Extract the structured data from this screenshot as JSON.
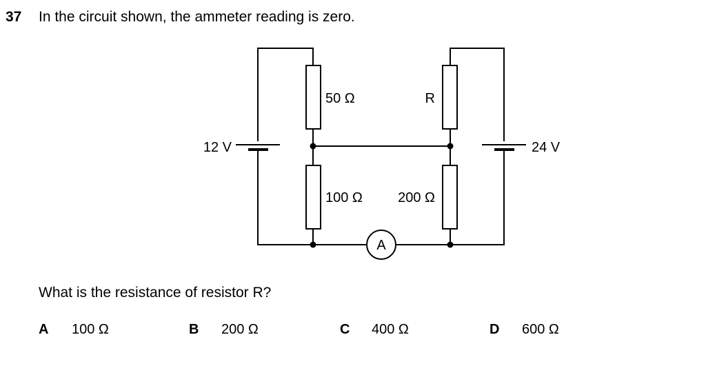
{
  "question": {
    "number": "37",
    "stem": "In the circuit shown, the ammeter reading is zero.",
    "prompt": "What is the resistance of resistor R?"
  },
  "circuit": {
    "left_cell_label": "12 V",
    "right_cell_label": "24 V",
    "resistor_top_left_label": "50 Ω",
    "resistor_top_right_label": "R",
    "resistor_bottom_left_label": "100 Ω",
    "resistor_bottom_right_label": "200 Ω",
    "ammeter_label": "A"
  },
  "options": [
    {
      "letter": "A",
      "value": "100 Ω"
    },
    {
      "letter": "B",
      "value": "200 Ω"
    },
    {
      "letter": "C",
      "value": "400 Ω"
    },
    {
      "letter": "D",
      "value": "600 Ω"
    }
  ]
}
